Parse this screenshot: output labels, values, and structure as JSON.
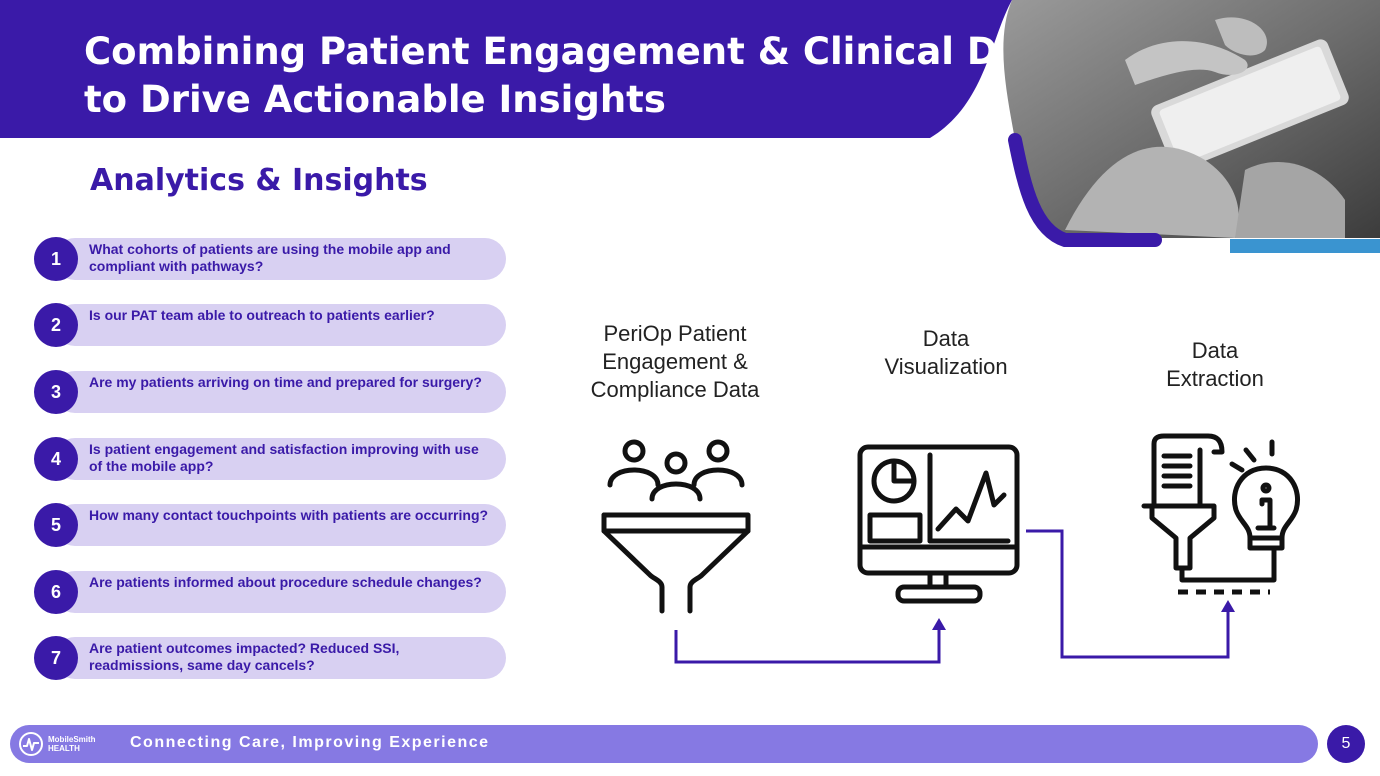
{
  "slide": {
    "title_line1": "Combining Patient Engagement & Clinical Data",
    "title_line2": "to Drive Actionable Insights",
    "subtitle": "Analytics & Insights",
    "page_number": "5"
  },
  "questions": [
    {
      "num": "1",
      "text": "What cohorts of patients are using the mobile app and compliant with pathways?"
    },
    {
      "num": "2",
      "text": "Is our PAT team able to outreach to patients earlier?"
    },
    {
      "num": "3",
      "text": "Are my patients arriving on time and prepared for surgery?"
    },
    {
      "num": "4",
      "text": "Is patient engagement and satisfaction improving with use of the mobile app?"
    },
    {
      "num": "5",
      "text": "How many contact touchpoints with patients are occurring?"
    },
    {
      "num": "6",
      "text": "Are patients informed about procedure schedule changes?"
    },
    {
      "num": "7",
      "text": "Are patient outcomes impacted? Reduced SSI, readmissions, same day cancels?"
    }
  ],
  "flow": {
    "step1": {
      "line1": "PeriOp Patient",
      "line2": "Engagement &",
      "line3": "Compliance Data",
      "icon": "people-funnel-icon"
    },
    "step2": {
      "line1": "Data",
      "line2": "Visualization",
      "icon": "monitor-chart-icon"
    },
    "step3": {
      "line1": "Data",
      "line2": "Extraction",
      "icon": "document-funnel-lightbulb-icon"
    }
  },
  "footer": {
    "logo_line1": "MobileSmith",
    "logo_line2": "HEALTH",
    "tagline": "Connecting Care, Improving Experience"
  },
  "colors": {
    "primary": "#3a1aa8",
    "pill": "#d8d0f2",
    "footer": "#8679e3",
    "accent_blue": "#3a94d0"
  }
}
